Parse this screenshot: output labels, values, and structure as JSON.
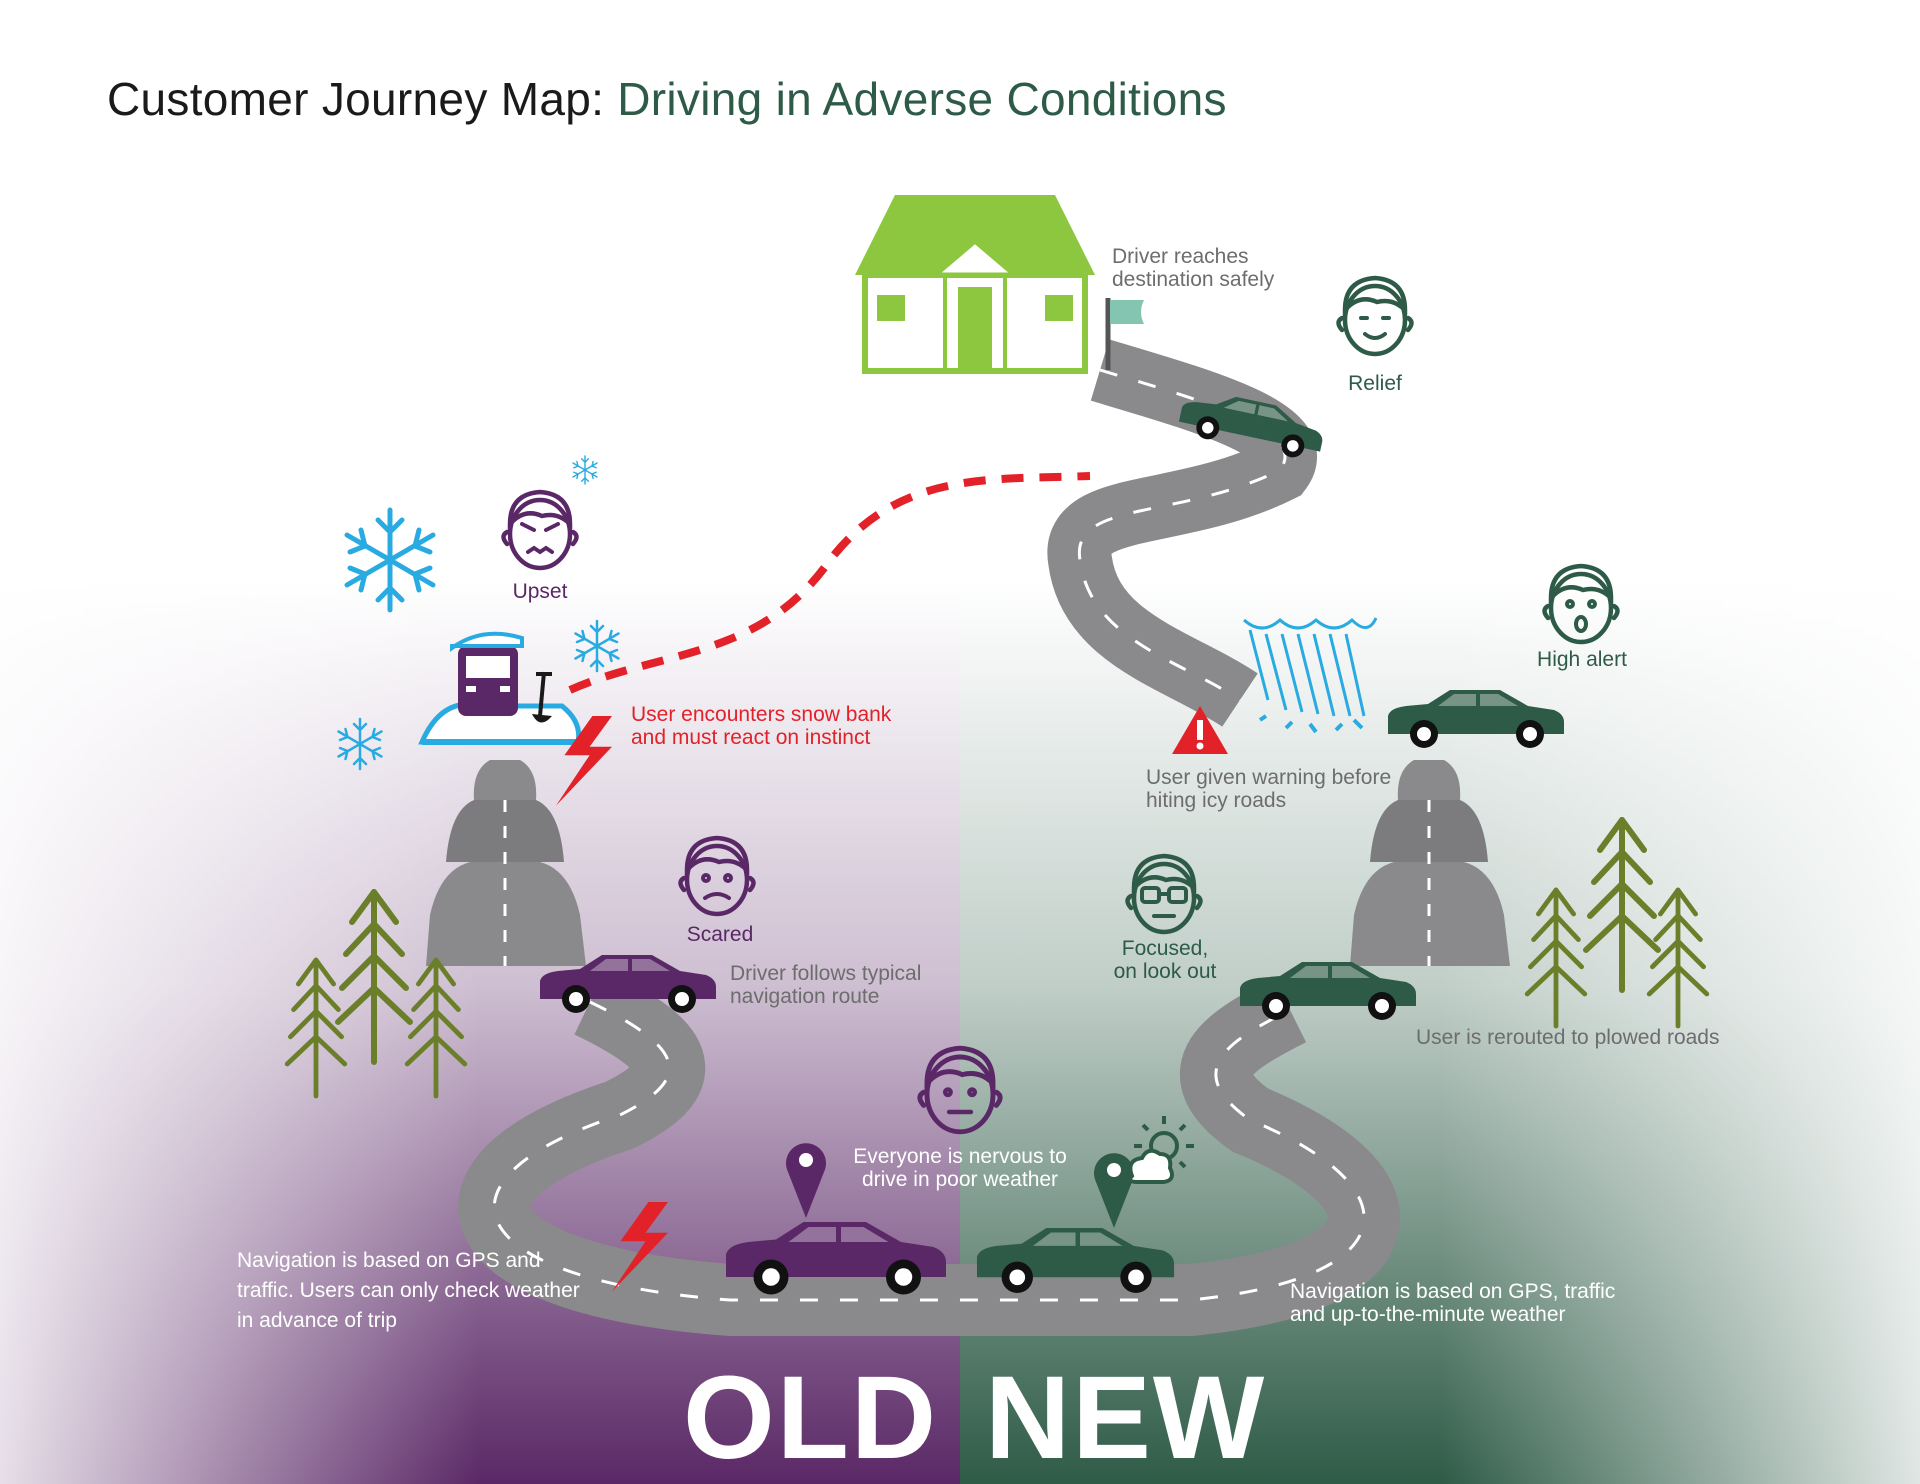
{
  "title": {
    "prefix": "Customer Journey Map:",
    "accent": "Driving in Adverse Conditions"
  },
  "colors": {
    "old_purple": "#5a2866",
    "new_green": "#2e5b47",
    "road_gray": "#8a8a8c",
    "alert_red": "#e32129",
    "house_green": "#8dc63f",
    "snow_blue": "#29abe2",
    "tree_green": "#6b7f2a"
  },
  "emotions": {
    "relief": "Relief",
    "high_alert": "High alert",
    "upset": "Upset",
    "scared": "Scared",
    "focused": "Focused,\non look out",
    "neutral": ""
  },
  "notes": {
    "destination": "Driver reaches\ndestination safely",
    "snow_bank": "User encounters snow bank\nand must react on instinct",
    "warning": "User given warning before\nhiting icy roads",
    "typical_route": "Driver follows typical\nnavigation route",
    "rerouted": "User is rerouted to plowed roads",
    "everyone_nervous": "Everyone is nervous to\ndrive in poor weather",
    "old_navigation": "Navigation is based on GPS and\ntraffic. Users can only check weather\nin advance of trip",
    "new_navigation": "Navigation is based on GPS, traffic\nand up-to-the-minute weather"
  },
  "sides": {
    "old": "OLD",
    "new": "NEW"
  },
  "icons": [
    "house-icon",
    "flag-icon",
    "car-icon",
    "snowflake-icon",
    "snowplow-icon",
    "shovel-icon",
    "lightning-icon",
    "warning-icon",
    "rain-icon",
    "tree-icon",
    "map-pin-icon",
    "weather-icon",
    "face-icon"
  ]
}
